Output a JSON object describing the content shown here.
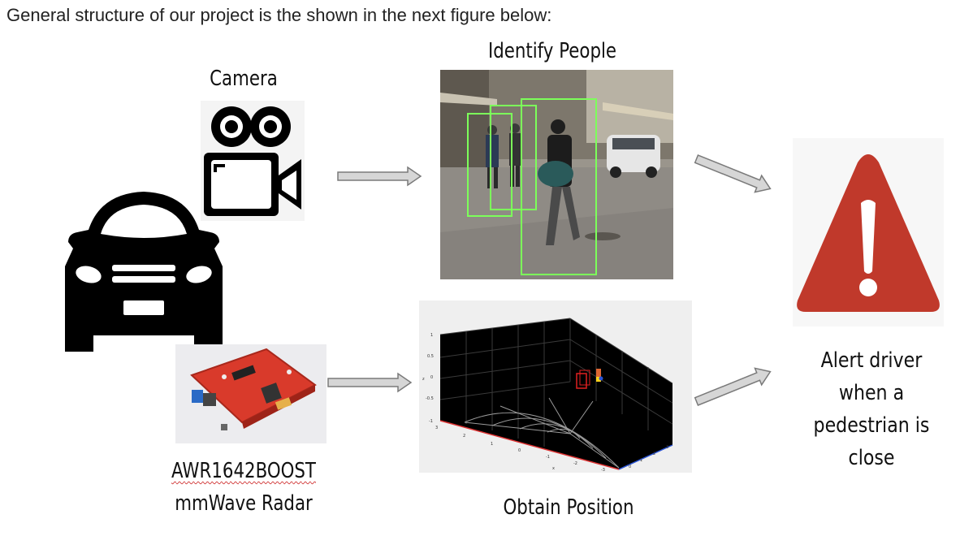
{
  "intro_text": "General structure of our project is the shown in the next figure below:",
  "labels": {
    "camera": "Camera",
    "identify": "Identify People",
    "radar_model": "AWR1642BOOST",
    "radar_type": "mmWave Radar",
    "position": "Obtain Position",
    "alert_lines": [
      "Alert driver",
      "when a",
      "pedestrian is",
      "close"
    ]
  },
  "plot_ticks": {
    "z": [
      "1",
      "0.5",
      "0",
      "-0.5",
      "-1"
    ],
    "z_axis": "z",
    "x": [
      "3",
      "2",
      "1",
      "0",
      "-1",
      "-2",
      "-3"
    ],
    "x_axis": "x",
    "y": [
      "0",
      "1",
      "2",
      "3"
    ]
  },
  "colors": {
    "arrow_fill": "#d6d6d6",
    "arrow_stroke": "#7a7a7a",
    "warning_red": "#c0392b",
    "box_green": "#7cff5a",
    "pcb_red": "#d93a2b"
  },
  "icons": [
    "car-icon",
    "video-camera-icon",
    "warning-icon",
    "arrow-right-icon"
  ]
}
